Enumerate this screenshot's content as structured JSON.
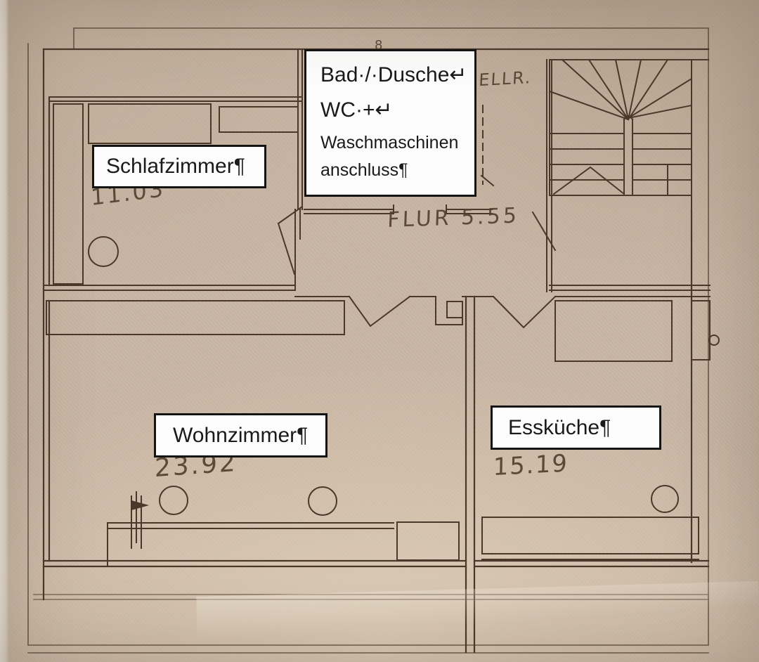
{
  "floor_plan": {
    "labels": {
      "schlafzimmer": "Schlafzimmer¶",
      "bad": {
        "line1": "Bad·/·Dusche↵",
        "line2": "WC·+↵",
        "line3": "Waschmaschinen",
        "line4": "anschluss¶"
      },
      "wohnzimmer": "Wohnzimmer¶",
      "esskueche": "Essküche¶"
    },
    "handwritten": {
      "schlafzimmer_area": "11.03",
      "flur_label": "FLUR 5.55",
      "wohnzimmer_area": "23.92",
      "esskueche_area": "15.19",
      "keller_partial": "ELLR.",
      "small_mark": "8"
    },
    "colors": {
      "paper": "#c9b6a4",
      "ink": "#4b382b",
      "handwriting": "#54402f",
      "label_background": "#fdfdfd",
      "label_border": "#141414"
    }
  }
}
